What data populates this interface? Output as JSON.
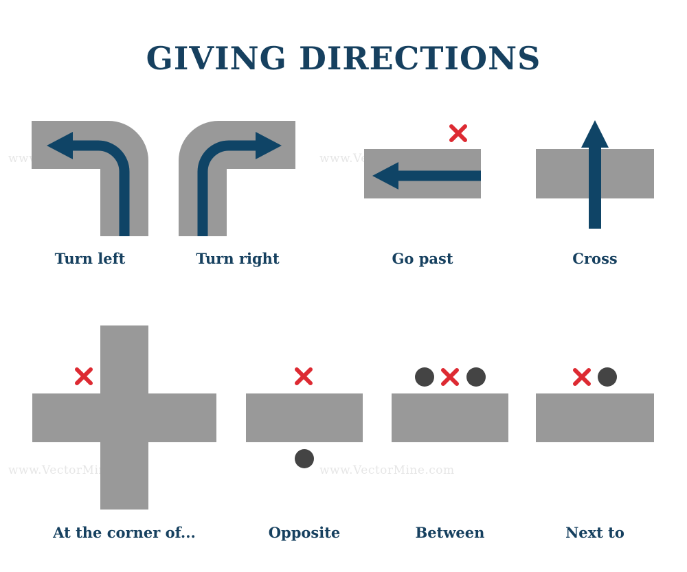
{
  "title": "GIVING DIRECTIONS",
  "colors": {
    "title": "#16405f",
    "road": "#999999",
    "arrow": "#0f4466",
    "marker": "#dd2a32",
    "dot": "#444444",
    "watermark": "#e6e6e6"
  },
  "watermark": "www.VectorMine.com",
  "items": [
    {
      "label": "Turn left"
    },
    {
      "label": "Turn right"
    },
    {
      "label": "Go past"
    },
    {
      "label": "Cross"
    },
    {
      "label": "At the corner of..."
    },
    {
      "label": "Opposite"
    },
    {
      "label": "Between"
    },
    {
      "label": "Next to"
    }
  ]
}
